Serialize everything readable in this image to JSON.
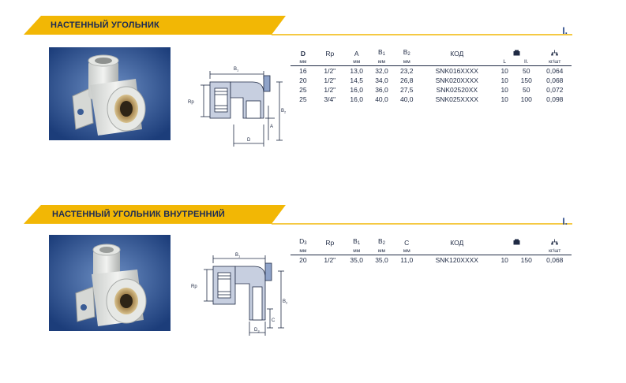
{
  "accent": "#f2b705",
  "sections": [
    {
      "title": "НАСТЕННЫЙ УГОЛЬНИК",
      "mark": "I.",
      "drawing_labels": {
        "b1": "B",
        "b1_sub": "1",
        "b2": "B",
        "b2_sub": "2",
        "rp": "Rp",
        "a": "A",
        "d": "D"
      },
      "columns": [
        {
          "label": "D",
          "sub": "",
          "unit": "мм"
        },
        {
          "label": "Rp",
          "sub": "",
          "unit": ""
        },
        {
          "label": "A",
          "sub": "",
          "unit": "мм"
        },
        {
          "label": "B",
          "sub": "1",
          "unit": "мм"
        },
        {
          "label": "B",
          "sub": "2",
          "unit": "мм"
        },
        {
          "label": "КОД",
          "sub": "",
          "unit": ""
        },
        {
          "label": "box-icon",
          "sub": "",
          "unit": "L"
        },
        {
          "label": "",
          "sub": "",
          "unit": "II."
        },
        {
          "label": "weight-icon",
          "sub": "",
          "unit": "кг/шт"
        }
      ],
      "rows": [
        [
          "16",
          "1/2\"",
          "13,0",
          "32,0",
          "23,2",
          "SNK016XXXX",
          "10",
          "50",
          "0,064"
        ],
        [
          "20",
          "1/2\"",
          "14,5",
          "34,0",
          "26,8",
          "SNK020XXXX",
          "10",
          "150",
          "0,068"
        ],
        [
          "25",
          "1/2\"",
          "16,0",
          "36,0",
          "27,5",
          "SNK02520XX",
          "10",
          "50",
          "0,072"
        ],
        [
          "25",
          "3/4\"",
          "16,0",
          "40,0",
          "40,0",
          "SNK025XXXX",
          "10",
          "100",
          "0,098"
        ]
      ]
    },
    {
      "title": "НАСТЕННЫЙ УГОЛЬНИК ВНУТРЕННИЙ",
      "mark": "I.",
      "drawing_labels": {
        "b1": "B",
        "b1_sub": "1",
        "b2": "B",
        "b2_sub": "2",
        "rp": "Rp",
        "c": "C",
        "d": "D",
        "d_sub": "3"
      },
      "columns": [
        {
          "label": "D",
          "sub": "3",
          "unit": "мм"
        },
        {
          "label": "Rp",
          "sub": "",
          "unit": ""
        },
        {
          "label": "B",
          "sub": "1",
          "unit": "мм"
        },
        {
          "label": "B",
          "sub": "2",
          "unit": "мм"
        },
        {
          "label": "C",
          "sub": "",
          "unit": "мм"
        },
        {
          "label": "КОД",
          "sub": "",
          "unit": ""
        },
        {
          "label": "box-icon",
          "sub": "",
          "unit": ""
        },
        {
          "label": "",
          "sub": "",
          "unit": ""
        },
        {
          "label": "weight-icon",
          "sub": "",
          "unit": "кг/шт"
        }
      ],
      "rows": [
        [
          "20",
          "1/2\"",
          "35,0",
          "35,0",
          "11,0",
          "SNK120XXXX",
          "10",
          "150",
          "0,068"
        ]
      ]
    }
  ]
}
